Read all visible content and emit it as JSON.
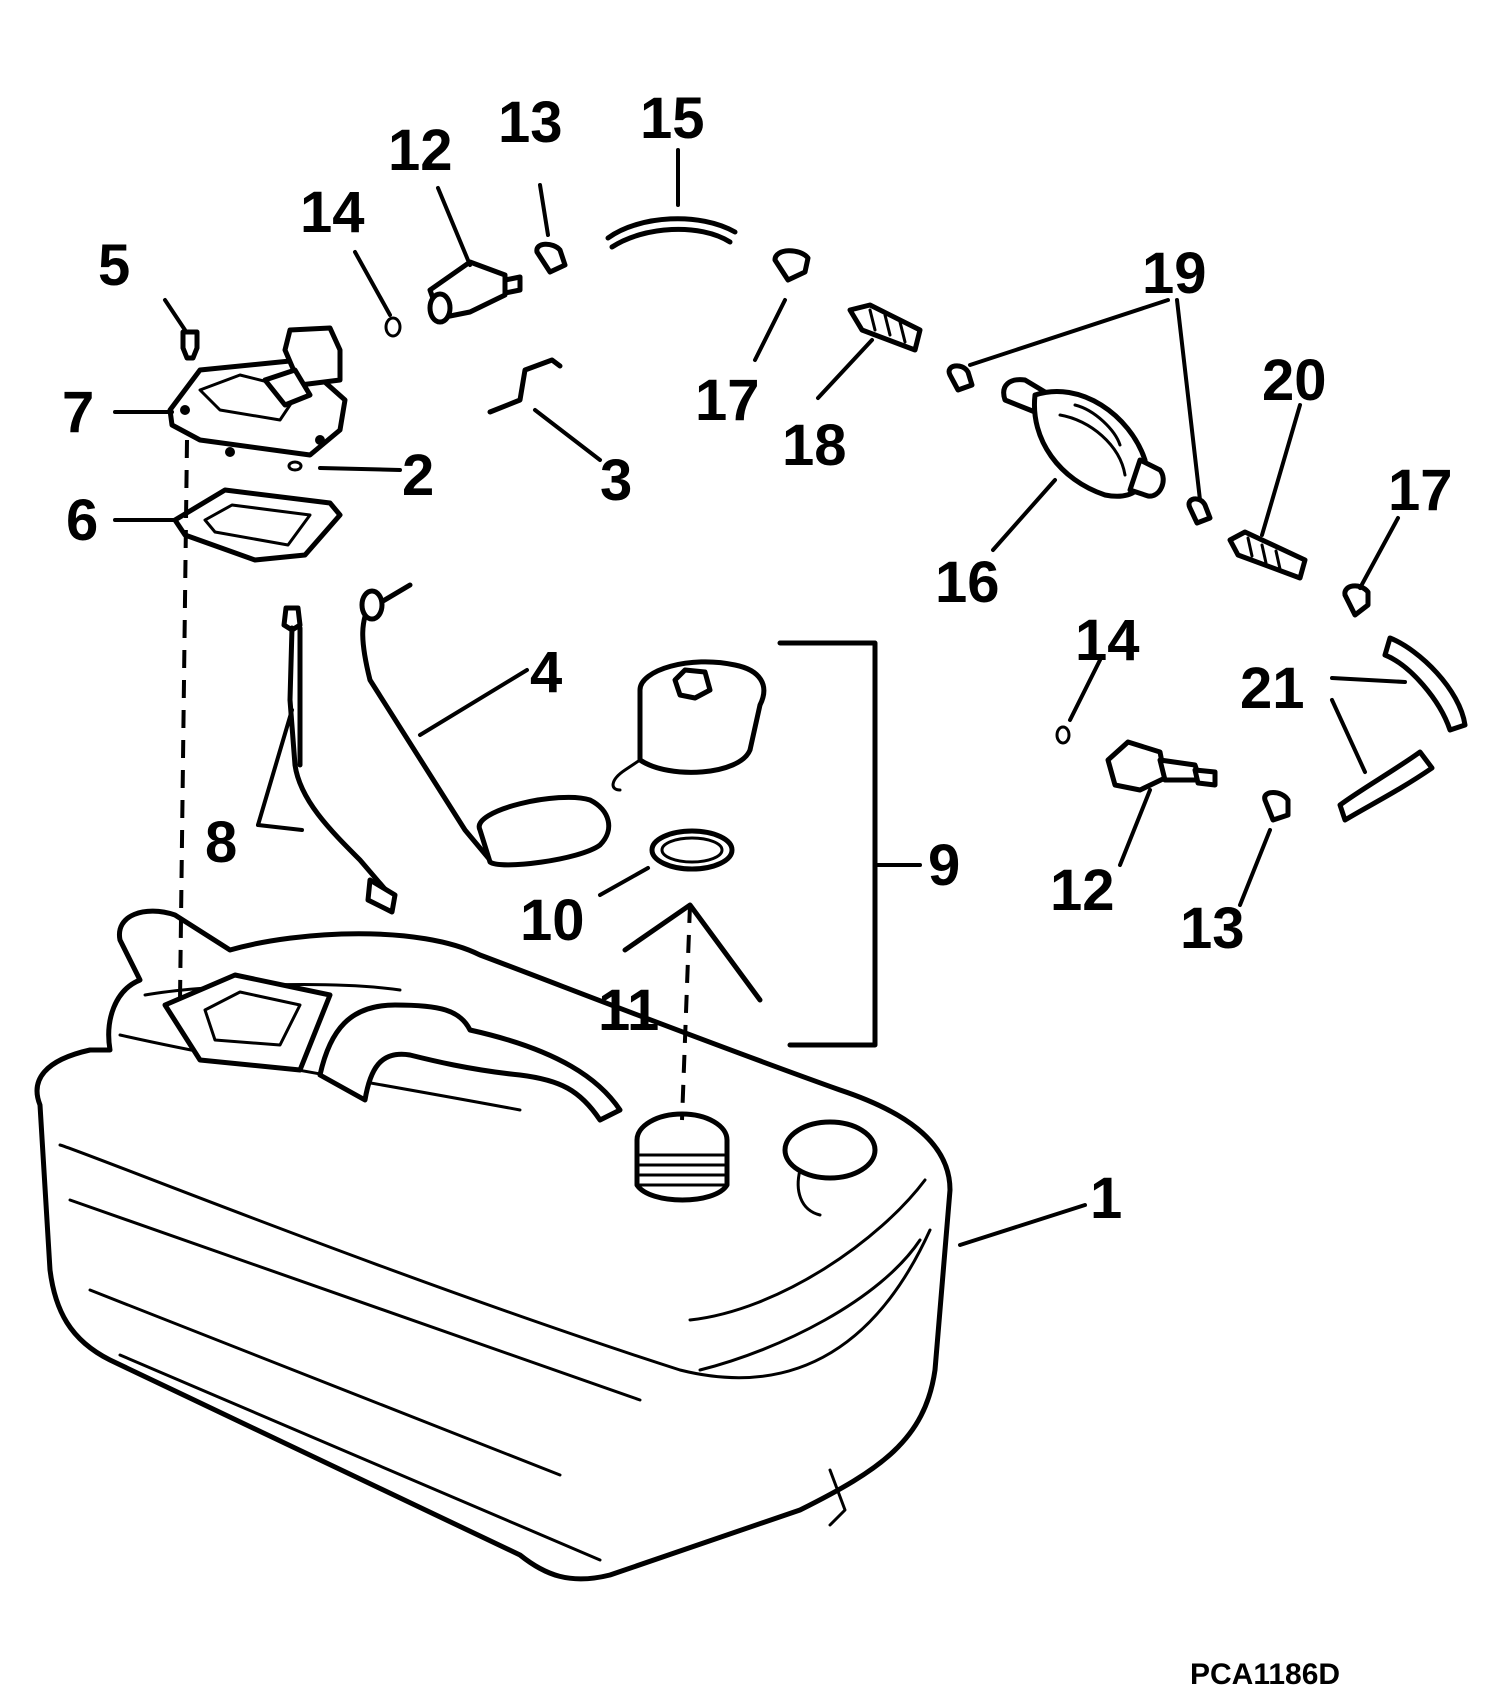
{
  "diagram": {
    "callouts": [
      {
        "id": "c15",
        "text": "15"
      },
      {
        "id": "c13a",
        "text": "13"
      },
      {
        "id": "c12a",
        "text": "12"
      },
      {
        "id": "c14a",
        "text": "14"
      },
      {
        "id": "c5",
        "text": "5"
      },
      {
        "id": "c7",
        "text": "7"
      },
      {
        "id": "c2",
        "text": "2"
      },
      {
        "id": "c3",
        "text": "3"
      },
      {
        "id": "c6",
        "text": "6"
      },
      {
        "id": "c17a",
        "text": "17"
      },
      {
        "id": "c18",
        "text": "18"
      },
      {
        "id": "c19",
        "text": "19"
      },
      {
        "id": "c20",
        "text": "20"
      },
      {
        "id": "c16",
        "text": "16"
      },
      {
        "id": "c17b",
        "text": "17"
      },
      {
        "id": "c4",
        "text": "4"
      },
      {
        "id": "c14b",
        "text": "14"
      },
      {
        "id": "c21",
        "text": "21"
      },
      {
        "id": "c8",
        "text": "8"
      },
      {
        "id": "c9",
        "text": "9"
      },
      {
        "id": "c10",
        "text": "10"
      },
      {
        "id": "c12b",
        "text": "12"
      },
      {
        "id": "c13b",
        "text": "13"
      },
      {
        "id": "c11",
        "text": "11"
      },
      {
        "id": "c1",
        "text": "1"
      }
    ],
    "figure_code": "PCA1186D"
  }
}
